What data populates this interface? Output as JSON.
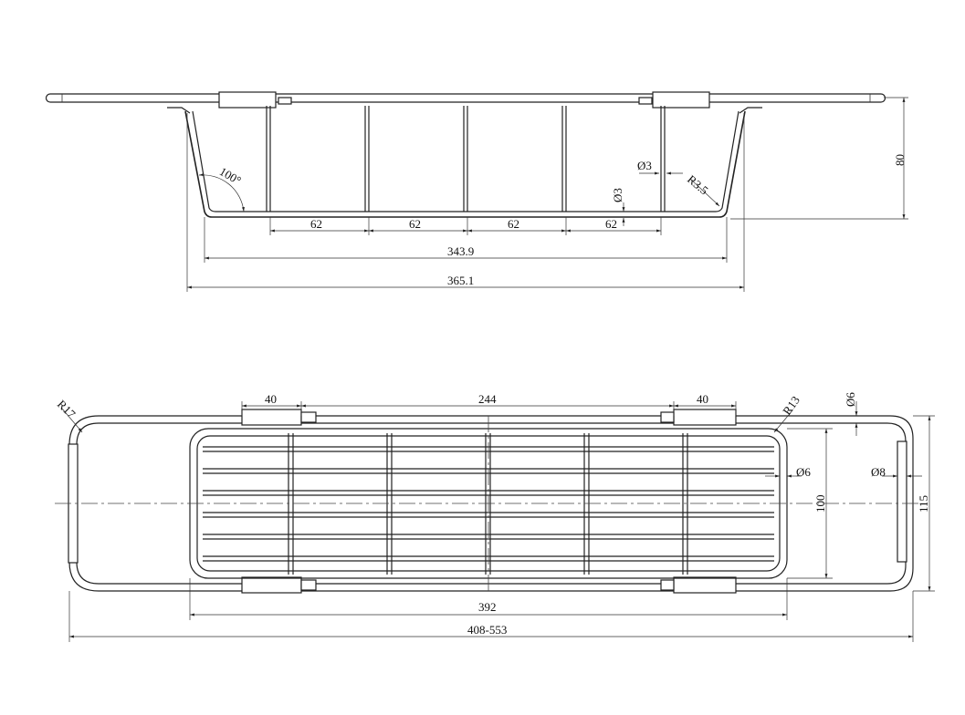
{
  "side_view": {
    "dim_top_gaps": [
      "62",
      "62",
      "62",
      "62"
    ],
    "dim_inner_width": "343.9",
    "dim_outer_width": "365.1",
    "dim_height": "80",
    "angle": "100°",
    "wire_dia_h": "Ø3",
    "wire_dia_v": "Ø3",
    "radius": "R3.5"
  },
  "top_view": {
    "radius_left": "R17",
    "radius_inner": "R13",
    "dim_clip_left": "40",
    "dim_span": "244",
    "dim_clip_right": "40",
    "rod_dia_top": "Ø6",
    "rod_dia_mid": "Ø6",
    "rod_dia_end": "Ø8",
    "dim_inner_depth": "100",
    "dim_outer_depth": "115",
    "dim_basket_width": "392",
    "dim_extend_range": "408-553"
  }
}
